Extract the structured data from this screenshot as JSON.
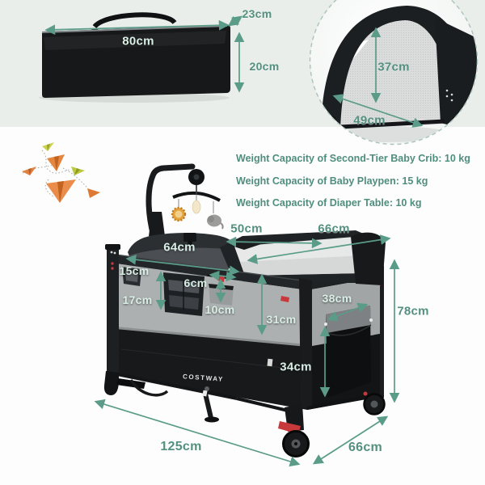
{
  "colors": {
    "accent_teal": "#54907f",
    "arrow_teal": "#5b9c89",
    "label_mint": "#d9efe5",
    "red_accent": "#c8393b"
  },
  "carry_bag": {
    "width": "80cm",
    "depth": "23cm",
    "height": "20cm"
  },
  "canopy_inset": {
    "height": "37cm",
    "width": "49cm"
  },
  "weight_capacities": [
    "Weight Capacity of Second-Tier Baby Crib: 10 kg",
    "Weight Capacity of Baby Playpen: 15 kg",
    "Weight Capacity of Diaper Table: 10 kg"
  ],
  "playpen": {
    "brand": "COSTWAY",
    "dims": {
      "table_width": "50cm",
      "table_length": "66cm",
      "crib_length": "64cm",
      "rail_to_pocket": "15cm",
      "pocket_gap": "6cm",
      "organizer_height": "17cm",
      "pocket_width": "10cm",
      "bassinet_depth": "31cm",
      "side_pocket_width": "38cm",
      "side_pocket_height": "34cm",
      "overall_height": "78cm",
      "overall_length": "125cm",
      "overall_depth": "66cm"
    }
  }
}
